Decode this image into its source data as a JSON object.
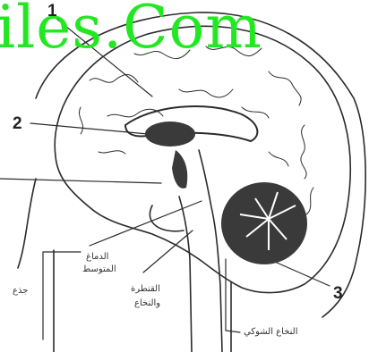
{
  "watermark": "iles.Com",
  "labels": {
    "n1": "1",
    "n2": "2",
    "n3": "3",
    "midbrain_line1": "الدماغ",
    "midbrain_line2": "المتوسط",
    "medulla_line1": "القنطرة",
    "medulla_line2": "والنخاع",
    "left_small": "جذع",
    "spinal_cord": "النخاع الشوكي"
  },
  "colors": {
    "ink": "#2b2b2b",
    "fill_dark": "#3a3a3a",
    "watermark": "#22e822"
  }
}
